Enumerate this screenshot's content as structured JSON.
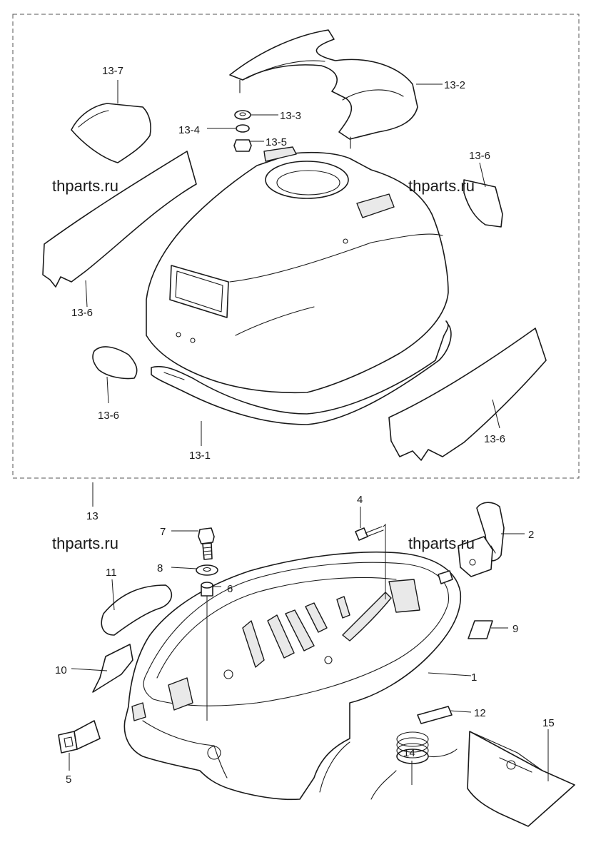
{
  "watermarks": [
    "thparts.ru",
    "thparts.ru",
    "thparts.ru",
    "thparts.ru"
  ],
  "labels": {
    "l13_7": "13-7",
    "l13_2": "13-2",
    "l13_3": "13-3",
    "l13_4": "13-4",
    "l13_5": "13-5",
    "l13_6a": "13-6",
    "l13_6b": "13-6",
    "l13_6c": "13-6",
    "l13_6d": "13-6",
    "l13_1": "13-1",
    "l13": "13",
    "l1": "1",
    "l2": "2",
    "l4": "4",
    "l5": "5",
    "l6": "6",
    "l7": "7",
    "l8": "8",
    "l9": "9",
    "l10": "10",
    "l11": "11",
    "l12": "12",
    "l14": "14",
    "l15": "15"
  }
}
